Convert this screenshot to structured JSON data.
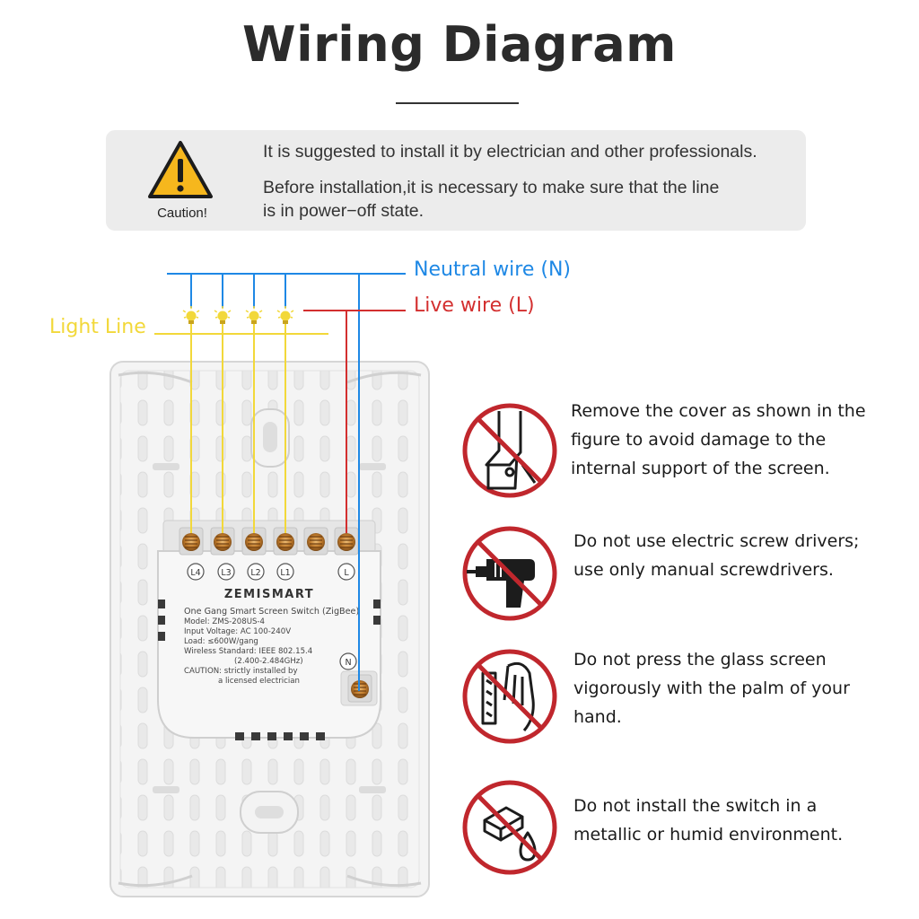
{
  "title": "Wiring Diagram",
  "caution": {
    "label": "Caution!",
    "line1": "It is suggested to install it by electrician and other professionals.",
    "line2a": "Before installation,it is necessary to make sure that the line",
    "line2b": "is in power−off state."
  },
  "wires": {
    "neutral": "Neutral wire (N)",
    "live": "Live wire (L)",
    "light": "Light Line",
    "colors": {
      "neutral": "#1e88e5",
      "live": "#d32f2f",
      "light": "#f2d83a"
    }
  },
  "device": {
    "brand": "ZEMISMART",
    "terminals": [
      "L4",
      "L3",
      "L2",
      "L1",
      "L"
    ],
    "neutral_terminal": "N",
    "spec_lines": [
      "One Gang Smart Screen Switch (ZigBee)",
      "Model: ZMS-208US-4",
      "Input Voltage: AC 100-240V",
      "Load: ≤600W/gang",
      "Wireless Standard: IEEE 802.15.4",
      "(2.400-2.484GHz)",
      "CAUTION: strictly installed by",
      "a licensed electrician"
    ]
  },
  "instructions": [
    {
      "icon": "remove-cover-icon",
      "lines": [
        "Remove the cover as shown in the",
        "figure to avoid damage to the",
        "internal support of the screen."
      ]
    },
    {
      "icon": "no-electric-screwdriver-icon",
      "lines": [
        "Do not use electric screw drivers;",
        "use only manual screwdrivers."
      ]
    },
    {
      "icon": "no-palm-press-icon",
      "lines": [
        "Do not press the glass screen",
        "vigorously with the palm of your",
        "hand."
      ]
    },
    {
      "icon": "no-metal-humid-icon",
      "lines": [
        "Do not install the switch in a",
        "metallic or humid environment."
      ]
    }
  ]
}
